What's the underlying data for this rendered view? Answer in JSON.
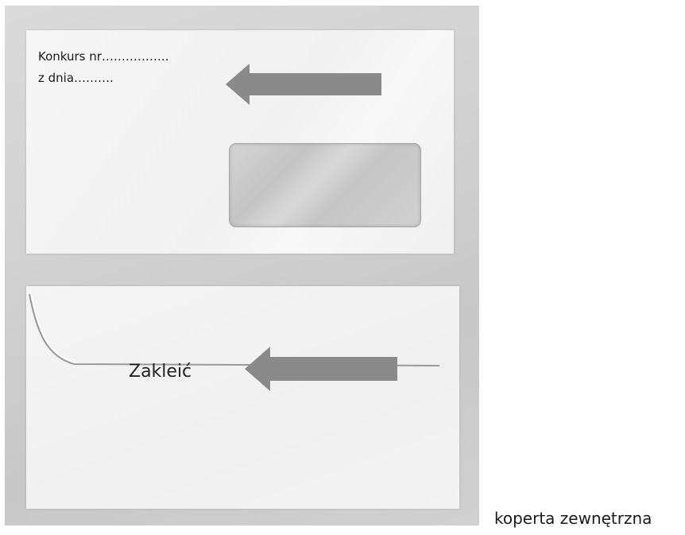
{
  "front_envelope": {
    "contest_line": "Konkurs nr……………..",
    "date_line": "z dnia………."
  },
  "back_envelope": {
    "seal_label": "Zakleić"
  },
  "caption": "koperta zewnętrzna",
  "colors": {
    "arrow": "#8a8a8a",
    "panel": "#d0d0d0",
    "envelope": "#f3f3f3"
  },
  "icons": [
    "arrow-left-icon",
    "arrow-left-icon"
  ]
}
